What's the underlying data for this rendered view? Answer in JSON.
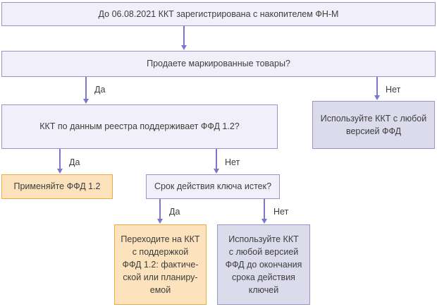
{
  "diagram": {
    "type": "flowchart",
    "language": "ru",
    "nodes": {
      "start": {
        "text": "До 06.08.2021 ККТ зарегистрирована с накопителем ФН-М",
        "kind": "start"
      },
      "sells_marked_goods": {
        "text": "Продаете маркированные товары?",
        "kind": "decision"
      },
      "registry_supports_ffd12": {
        "text": "ККТ по данным реестра поддерживает ФФД 1.2?",
        "kind": "decision"
      },
      "use_any_ffd": {
        "text": "Используйте ККТ с любой\nверсией ФФД",
        "kind": "result"
      },
      "apply_ffd12": {
        "text": "Применяйте ФФД 1.2",
        "kind": "action"
      },
      "key_expired": {
        "text": "Срок действия ключа истек?",
        "kind": "decision"
      },
      "switch_to_ffd12_kkt": {
        "text": "Переходите на ККТ\nс поддержкой\nФФД 1.2: фактиче-\nской или планиру-\nемой",
        "kind": "action"
      },
      "use_any_ffd_until_expiry": {
        "text": "Используйте ККТ\nс любой версией\nФФД до окончания\nсрока действия\nключей",
        "kind": "result"
      }
    },
    "edges": [
      {
        "from": "start",
        "to": "sells_marked_goods",
        "label": ""
      },
      {
        "from": "sells_marked_goods",
        "to": "registry_supports_ffd12",
        "label": "Да"
      },
      {
        "from": "sells_marked_goods",
        "to": "use_any_ffd",
        "label": "Нет"
      },
      {
        "from": "registry_supports_ffd12",
        "to": "apply_ffd12",
        "label": "Да"
      },
      {
        "from": "registry_supports_ffd12",
        "to": "key_expired",
        "label": "Нет"
      },
      {
        "from": "key_expired",
        "to": "switch_to_ffd12_kkt",
        "label": "Да"
      },
      {
        "from": "key_expired",
        "to": "use_any_ffd_until_expiry",
        "label": "Нет"
      }
    ]
  },
  "colors": {
    "box_fill": "#f1f0fa",
    "box_border": "#9794c8",
    "terminal_fill": "#dbdbec",
    "action_fill": "#fce3bd",
    "action_border": "#f3a83d",
    "arrow": "#7b78c8",
    "text": "#3d3d3d"
  }
}
